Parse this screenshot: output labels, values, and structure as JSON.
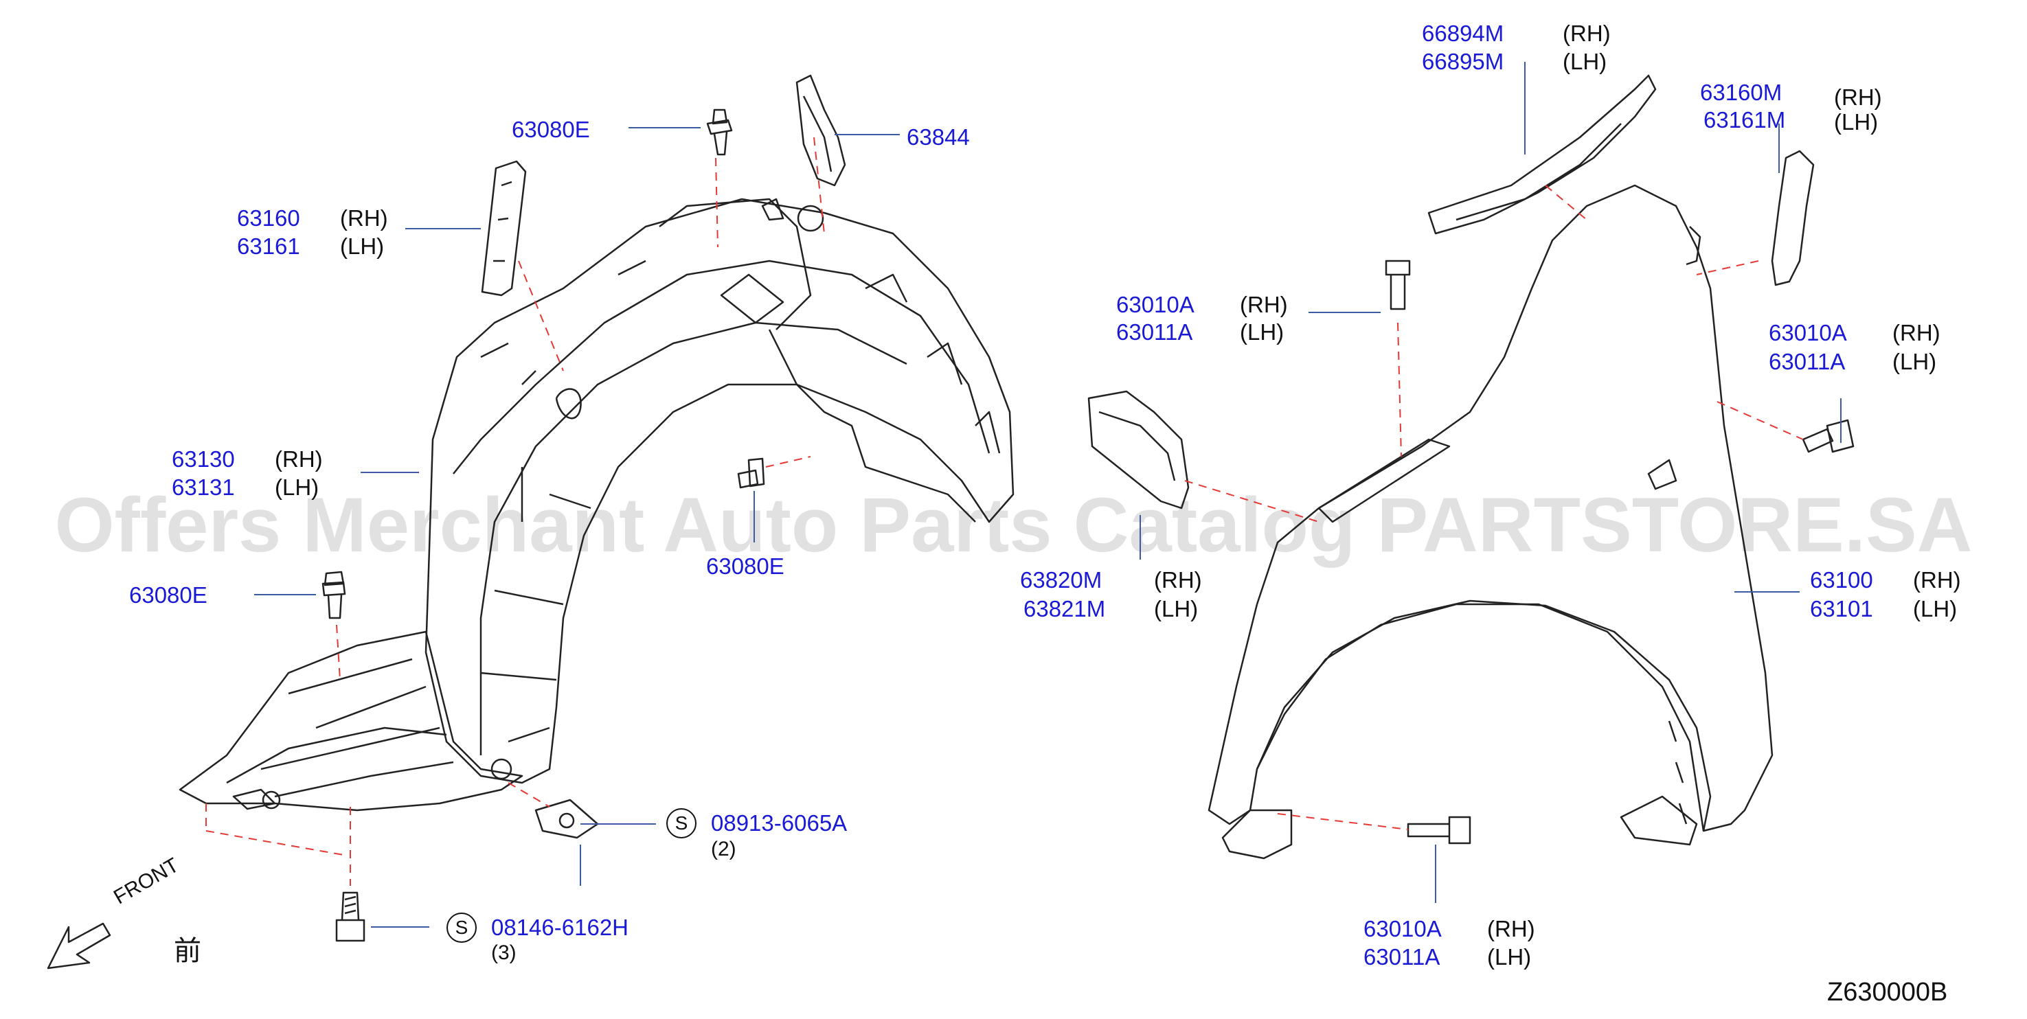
{
  "watermark": "Offers Merchant Auto Parts Catalog PARTSTORE.SA",
  "diagram_code": "Z630000B",
  "front_label": "FRONT",
  "front_kanji": "前",
  "colors": {
    "part_number": "#1a1ad6",
    "leader_dashed": "#e53935",
    "line_art": "#222222"
  },
  "labels": {
    "p63080E_top": "63080E",
    "p63844": "63844",
    "p63160": "63160",
    "p63161": "63161",
    "p63130": "63130",
    "p63131": "63131",
    "p63080E_mid": "63080E",
    "p63080E_left": "63080E",
    "p08913": "08913-6065A",
    "q08913": "(2)",
    "p08146": "08146-6162H",
    "q08146": "(3)",
    "p66894M": "66894M",
    "p66895M": "66895M",
    "p63160M": "63160M",
    "p63161M": "63161M",
    "p63010A_1": "63010A",
    "p63011A_1": "63011A",
    "p63010A_2": "63010A",
    "p63011A_2": "63011A",
    "p63820M": "63820M",
    "p63821M": "63821M",
    "p63100": "63100",
    "p63101": "63101",
    "p63010A_3": "63010A",
    "p63011A_3": "63011A",
    "rh": "(RH)",
    "lh": "(LH)",
    "s": "S"
  }
}
